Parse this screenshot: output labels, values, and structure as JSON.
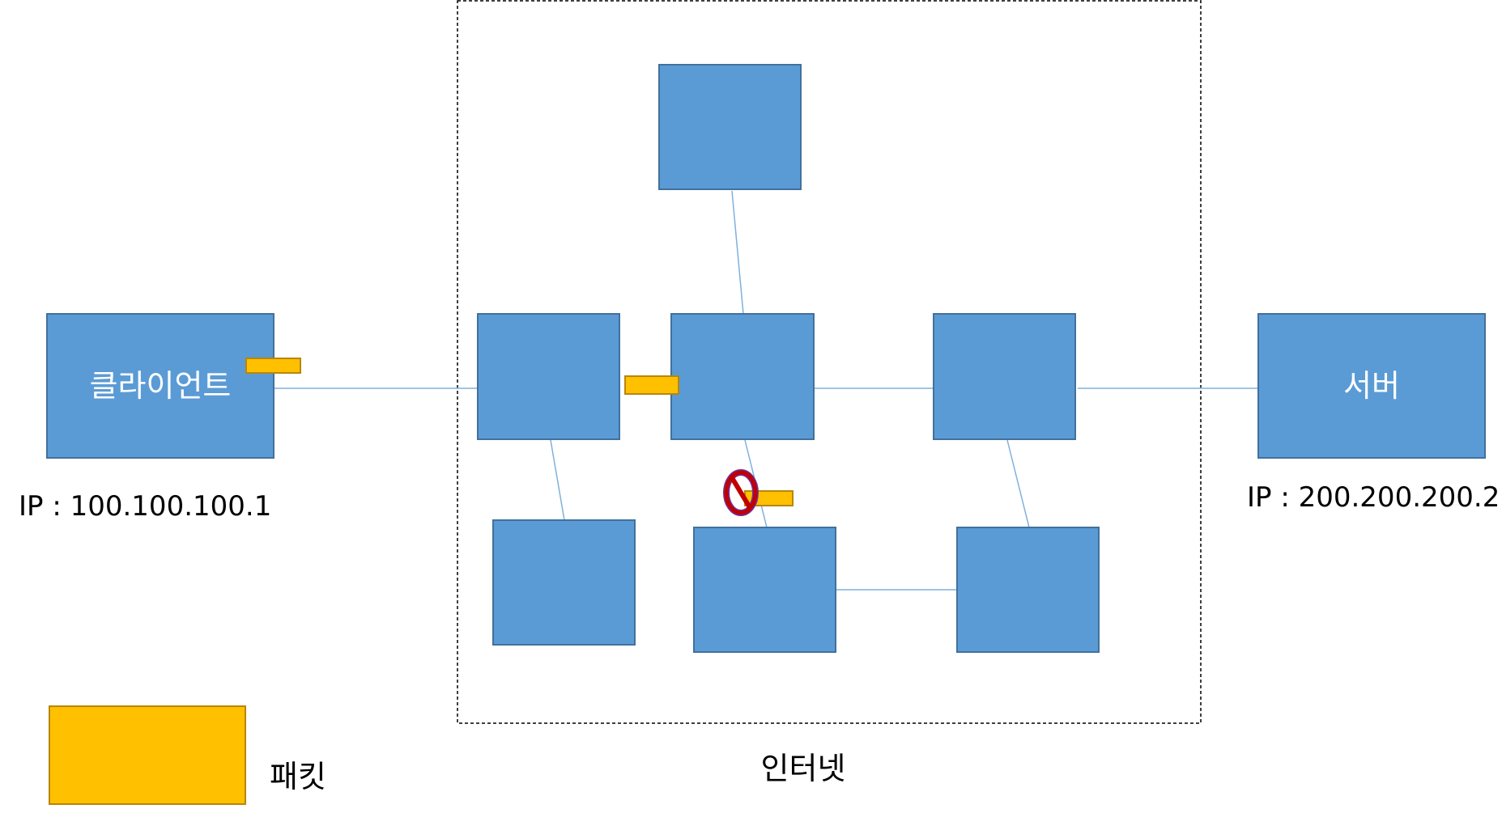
{
  "colors": {
    "node_fill": "#5b9bd5",
    "node_stroke": "#41719c",
    "link": "#7fb0dd",
    "packet": "#ffc000",
    "blocked": "#c00000",
    "blocked_ring": "#7030a0"
  },
  "client": {
    "label": "클라이언트",
    "ip": "IP : 100.100.100.1"
  },
  "server": {
    "label": "서버",
    "ip": "IP : 200.200.200.2"
  },
  "internet": {
    "label": "인터넷"
  },
  "legend": {
    "packet_label": "패킷"
  },
  "icons": {
    "blocked": "prohibited-icon"
  }
}
